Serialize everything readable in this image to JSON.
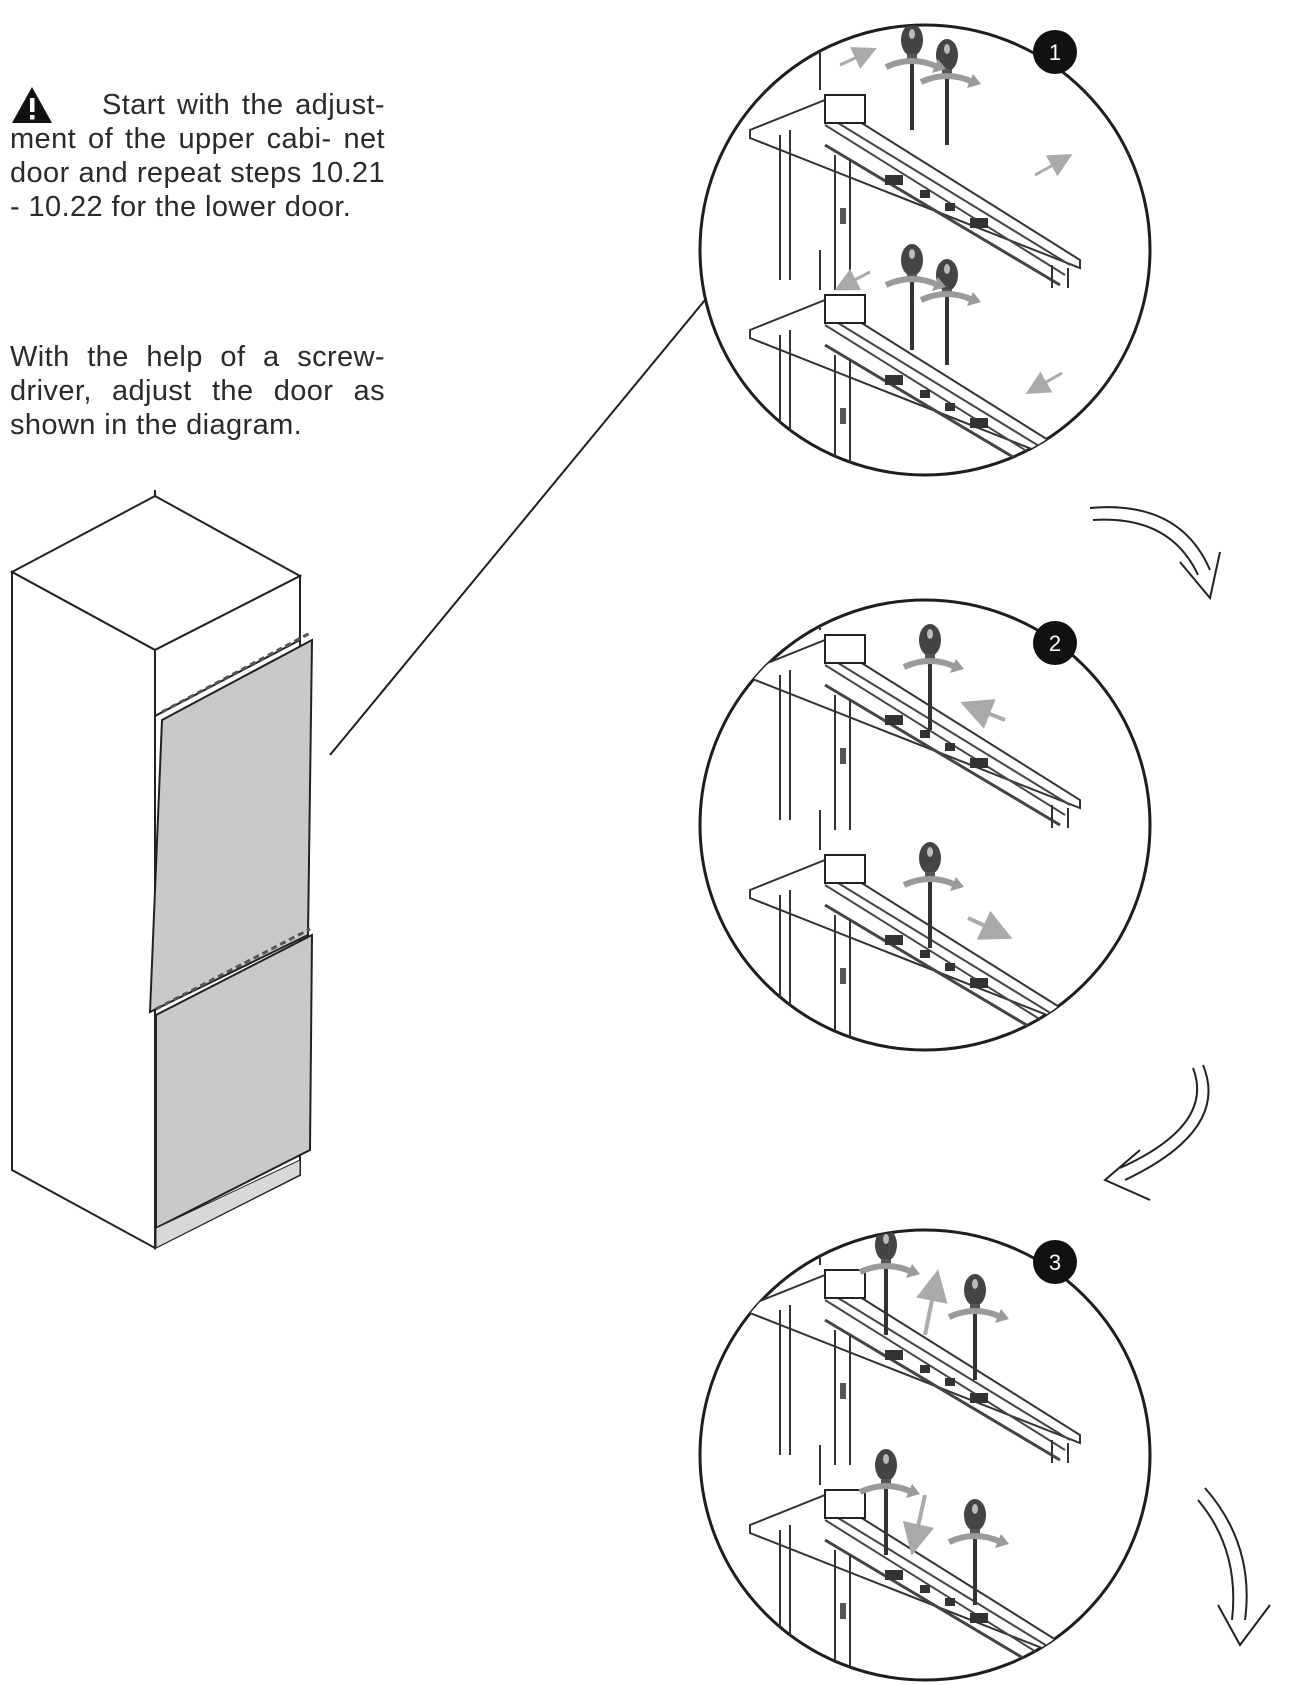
{
  "instructions": {
    "warning_icon": "warning-triangle-icon",
    "paragraph_1": "Start with the adjustment of the upper cabinet door and repeat steps 10.21 - 10.22 for the lower door.",
    "paragraph_1_display": "Start with the adjust- ment of the upper cabi- net door and repeat steps 10.21 - 10.22 for the lower door.",
    "paragraph_2": "With the help of a screw- driver, adjust the door as shown in the diagram."
  },
  "steps": [
    {
      "number": "1",
      "label": "step-1"
    },
    {
      "number": "2",
      "label": "step-2"
    },
    {
      "number": "3",
      "label": "step-3"
    }
  ],
  "colors": {
    "door_fill": "#c9c9c9",
    "line": "#1e1e1e",
    "badge": "#111111"
  }
}
